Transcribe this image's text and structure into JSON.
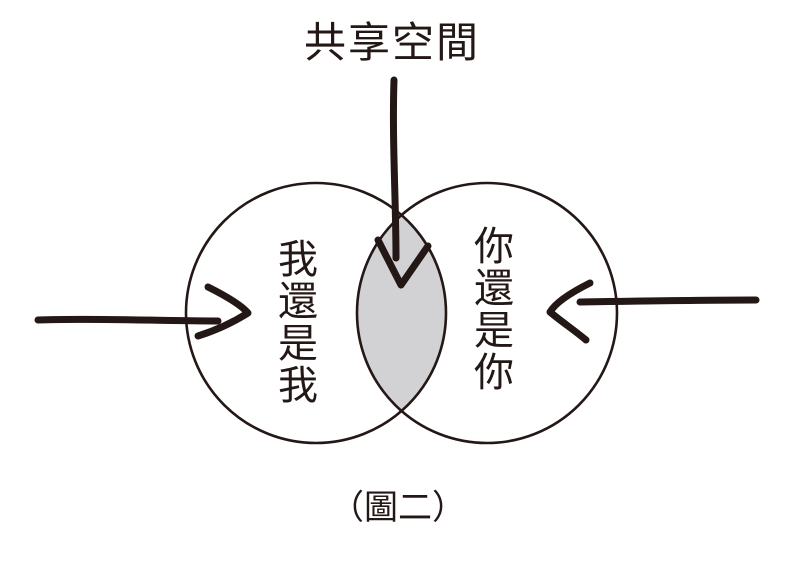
{
  "title": "共享空間",
  "left_text": "我還是我",
  "right_text": "你還是你",
  "caption": "（圖二）",
  "colors": {
    "stroke": "#231815",
    "overlap_fill": "#d2d2d4",
    "background": "#ffffff"
  }
}
